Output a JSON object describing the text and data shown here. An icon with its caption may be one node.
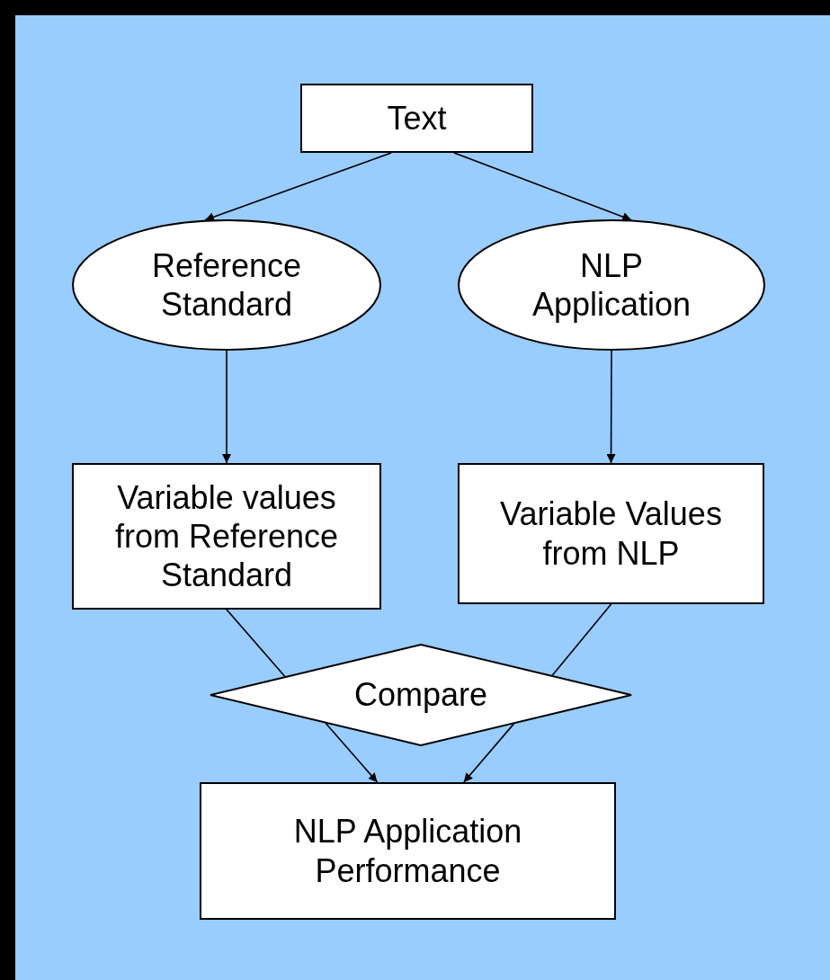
{
  "diagram": {
    "nodes": [
      {
        "text": [
          "Text"
        ]
      },
      {
        "text": [
          "Reference Standard"
        ]
      },
      {
        "text": [
          "NLP Application"
        ]
      },
      {
        "text": [
          "Variable values from Reference Standard"
        ]
      },
      {
        "text": [
          "Variable Values from NLP"
        ]
      },
      {
        "text": [
          "Compare"
        ]
      },
      {
        "text": [
          "NLP Application Performance"
        ]
      }
    ],
    "edges": [
      {
        "from": 0,
        "to": 1,
        "arrow": "to"
      },
      {
        "from": 0,
        "to": 2,
        "arrow": "to"
      },
      {
        "from": 1,
        "to": 3,
        "arrow": "to"
      },
      {
        "from": 2,
        "to": 4,
        "arrow": "to"
      },
      {
        "from": 3,
        "to": 5,
        "arrow": "none"
      },
      {
        "from": 4,
        "to": 5,
        "arrow": "none"
      },
      {
        "from": 5,
        "to": 6,
        "arrow": "to"
      },
      {
        "from": 5,
        "to": 6,
        "arrow": "to"
      }
    ]
  }
}
